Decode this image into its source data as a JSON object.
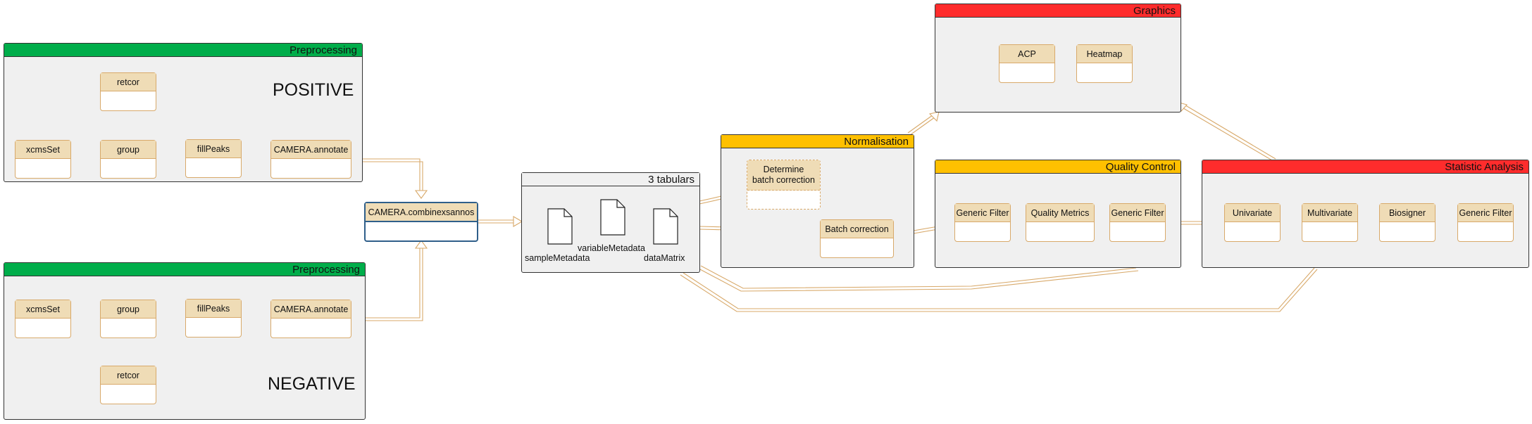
{
  "preprocessing_positive": {
    "header": "Preprocessing",
    "polarity": "POSITIVE",
    "nodes": {
      "xcmsset": "xcmsSet",
      "group": "group",
      "fillpeaks": "fillPeaks",
      "annotate": "CAMERA.annotate",
      "retcor": "retcor"
    }
  },
  "preprocessing_negative": {
    "header": "Preprocessing",
    "polarity": "NEGATIVE",
    "nodes": {
      "xcmsset": "xcmsSet",
      "group": "group",
      "fillpeaks": "fillPeaks",
      "annotate": "CAMERA.annotate",
      "retcor": "retcor"
    }
  },
  "combine": {
    "label": "CAMERA.combinexsannos"
  },
  "tabulars": {
    "header": "3 tabulars",
    "files": [
      "sampleMetadata",
      "variableMetadata",
      "dataMatrix"
    ]
  },
  "normalisation": {
    "header": "Normalisation",
    "determine": [
      "Determine",
      "batch correction"
    ],
    "batch": "Batch correction"
  },
  "quality_control": {
    "header": "Quality Control",
    "nodes": [
      "Generic Filter",
      "Quality Metrics",
      "Generic Filter"
    ]
  },
  "statistic_analysis": {
    "header": "Statistic Analysis",
    "nodes": [
      "Univariate",
      "Multivariate",
      "Biosigner",
      "Generic Filter"
    ]
  },
  "graphics": {
    "header": "Graphics",
    "nodes": [
      "ACP",
      "Heatmap"
    ]
  },
  "colors": {
    "group_background": "#f0f0f0",
    "header_green": "#00ad4a",
    "header_yellow": "#ffc000",
    "header_red": "#ff2c2c",
    "node_header": "#efdcb6",
    "node_border": "#d8a96a",
    "combine_border": "#2f5f8a"
  }
}
